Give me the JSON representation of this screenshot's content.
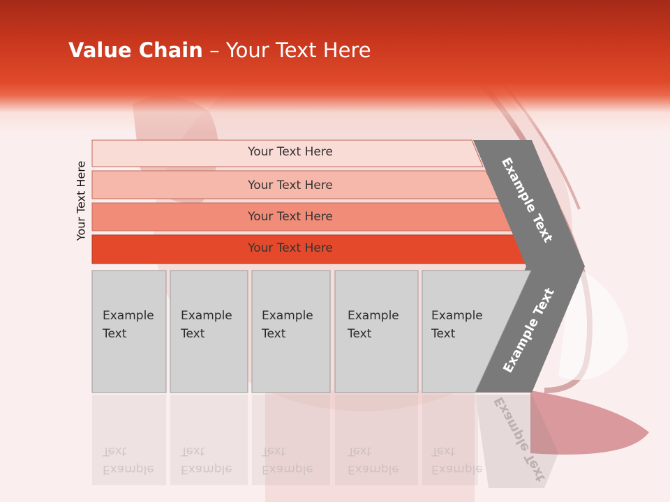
{
  "title": {
    "bold": "Value Chain",
    "rest": " – Your Text Here"
  },
  "side_label": "Your Text Here",
  "bars": [
    {
      "label": "Your Text Here",
      "color": "#fadcd6"
    },
    {
      "label": "Your Text Here",
      "color": "#f6b8aa"
    },
    {
      "label": "Your Text Here",
      "color": "#f08c78"
    },
    {
      "label": "Your Text Here",
      "color": "#e5492c"
    }
  ],
  "boxes": [
    {
      "label": "Example\nText"
    },
    {
      "label": "Example\nText"
    },
    {
      "label": "Example\nText"
    },
    {
      "label": "Example\nText"
    },
    {
      "label": "Example\nText"
    }
  ],
  "chevron": {
    "upper": "Example Text",
    "lower": "Example Text",
    "color": "#7a7a7a"
  },
  "colors": {
    "header": "#d8401f",
    "box_fill": "#d1d1d1",
    "background": "#fbeeee"
  }
}
